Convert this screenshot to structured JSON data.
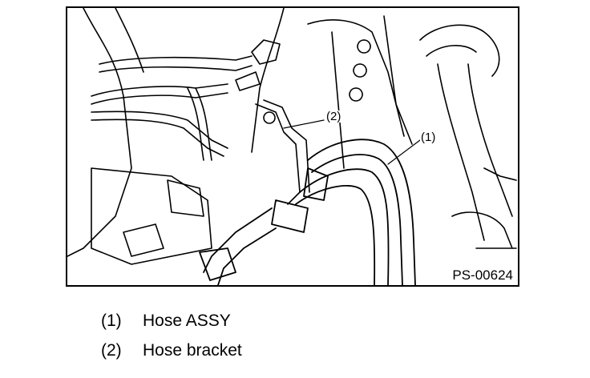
{
  "figure": {
    "code": "PS-00624",
    "callouts": [
      {
        "id": "1",
        "label": "(1)"
      },
      {
        "id": "2",
        "label": "(2)"
      }
    ]
  },
  "legend": [
    {
      "number": "(1)",
      "text": "Hose ASSY"
    },
    {
      "number": "(2)",
      "text": "Hose bracket"
    }
  ]
}
